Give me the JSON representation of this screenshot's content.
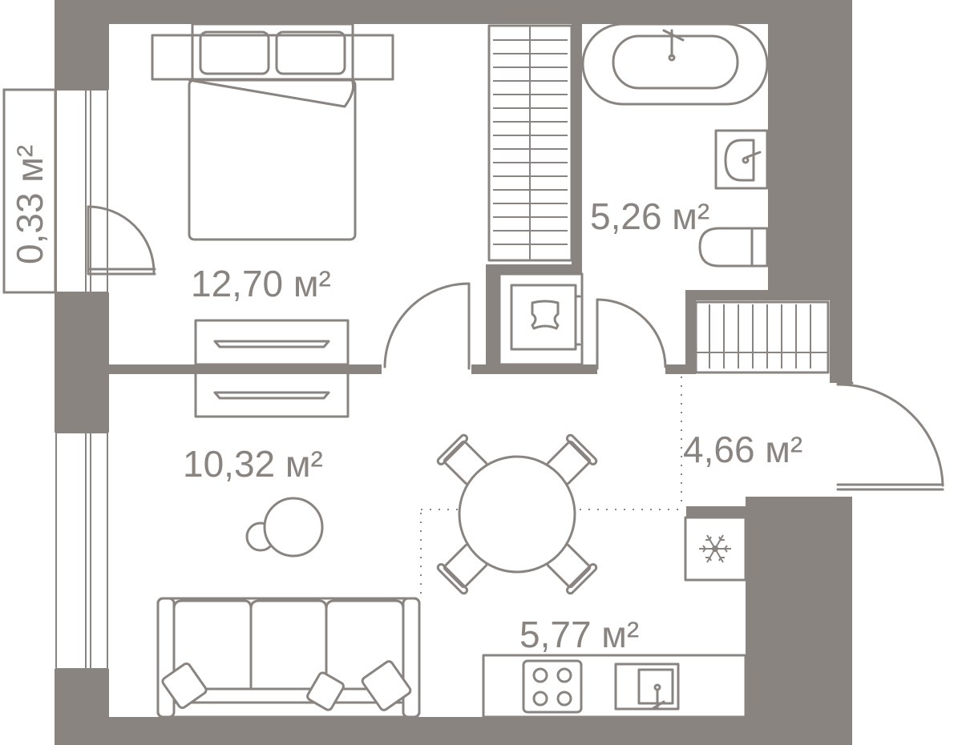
{
  "rooms": [
    {
      "id": "bedroom",
      "area": "12,70 м²"
    },
    {
      "id": "bathroom",
      "area": "5,26 м²"
    },
    {
      "id": "living",
      "area": "10,32 м²"
    },
    {
      "id": "hall",
      "area": "4,66 м²"
    },
    {
      "id": "kitchen",
      "area": "5,77 м²"
    },
    {
      "id": "balcony",
      "area": "0,33 м²"
    }
  ],
  "colors": {
    "wall": "#8a8480",
    "background": "#ffffff"
  },
  "icons": [
    "snowflake-icon",
    "hob-icon",
    "sink-icon",
    "bathtub-icon",
    "toilet-icon"
  ]
}
